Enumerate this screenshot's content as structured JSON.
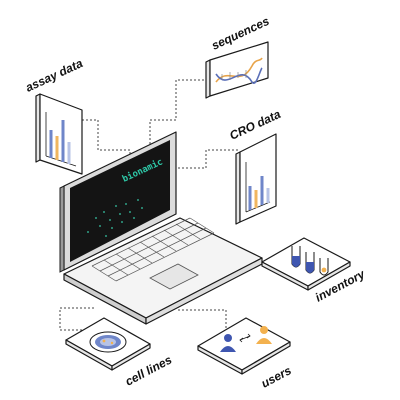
{
  "diagram": {
    "nodes": [
      {
        "id": "assay-data",
        "label": "assay data",
        "icon": "bar-chart-icon"
      },
      {
        "id": "sequences",
        "label": "sequences",
        "icon": "dna-helix-icon"
      },
      {
        "id": "cro-data",
        "label": "CRO data",
        "icon": "bar-chart-icon"
      },
      {
        "id": "inventory",
        "label": "inventory",
        "icon": "test-tubes-icon"
      },
      {
        "id": "users",
        "label": "users",
        "icon": "user-exchange-icon"
      },
      {
        "id": "cell-lines",
        "label": "cell lines",
        "icon": "petri-dish-icon"
      }
    ],
    "hub": {
      "brand": "bionamic",
      "icon": "laptop-icon"
    }
  },
  "colors": {
    "screen": "#141414",
    "screen_dots": "#37c9a7",
    "bar_blue": "#6f86c9",
    "bar_orange": "#f0b65f",
    "bar_light_blue": "#b7c3e6",
    "dna_orange": "#e8a44a",
    "dna_blue": "#5a6fb8",
    "tube_blue": "#3f56b0",
    "user_blue": "#3f56b0",
    "user_orange": "#f3b14e"
  }
}
